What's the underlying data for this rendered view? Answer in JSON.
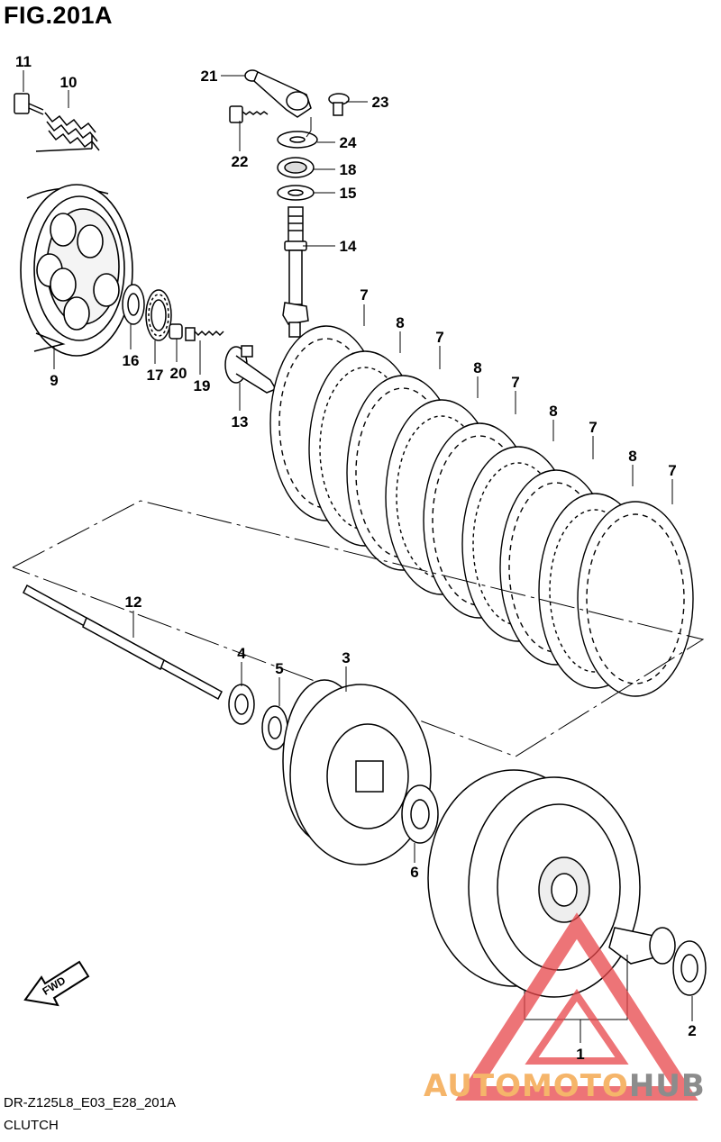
{
  "figure": {
    "title": "FIG.201A",
    "model_code": "DR-Z125L8_E03_E28_201A",
    "section_name": "CLUTCH"
  },
  "watermark": {
    "part1": "AUTOMOTO",
    "part2": "HUB",
    "colors": {
      "accent": "#f5b56a",
      "gray": "#8c8c8c",
      "triangle": "#e8464a"
    }
  },
  "fwd_label": "FWD",
  "callouts": {
    "n1": "1",
    "n2": "2",
    "n3": "3",
    "n4": "4",
    "n5": "5",
    "n6": "6",
    "n7": "7",
    "n8": "8",
    "n9": "9",
    "n10": "10",
    "n11": "11",
    "n12": "12",
    "n13": "13",
    "n14": "14",
    "n15": "15",
    "n16": "16",
    "n17": "17",
    "n18": "18",
    "n19": "19",
    "n20": "20",
    "n21": "21",
    "n22": "22",
    "n23": "23",
    "n24": "24"
  }
}
